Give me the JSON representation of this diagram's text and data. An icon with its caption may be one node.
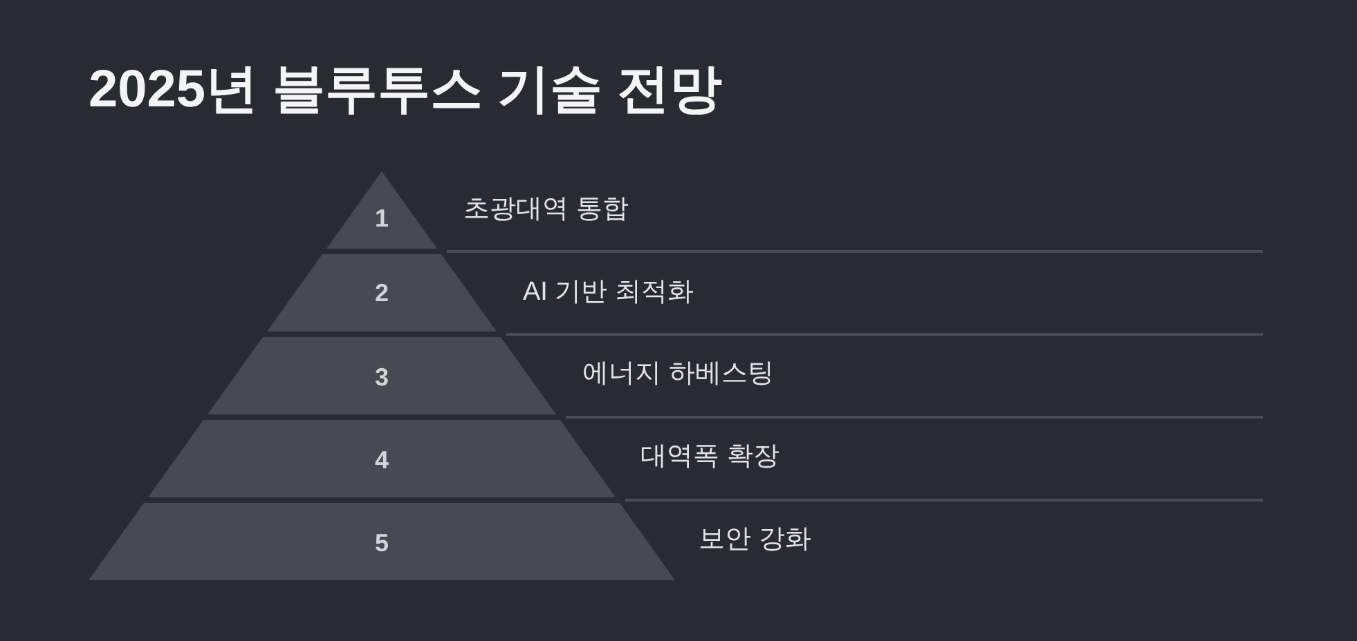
{
  "diagram": {
    "title": "2025년 블루투스 기술 전망",
    "nodes": [
      {
        "text": [
          "1"
        ],
        "beside": [
          "초광대역 통합"
        ]
      },
      {
        "text": [
          "2"
        ],
        "beside": [
          "AI 기반 최적화"
        ]
      },
      {
        "text": [
          "3"
        ],
        "beside": [
          "에너지 하베스팅"
        ]
      },
      {
        "text": [
          "4"
        ],
        "beside": [
          "대역폭 확장"
        ]
      },
      {
        "text": [
          "5"
        ],
        "beside": [
          "보안 강화"
        ]
      }
    ]
  }
}
